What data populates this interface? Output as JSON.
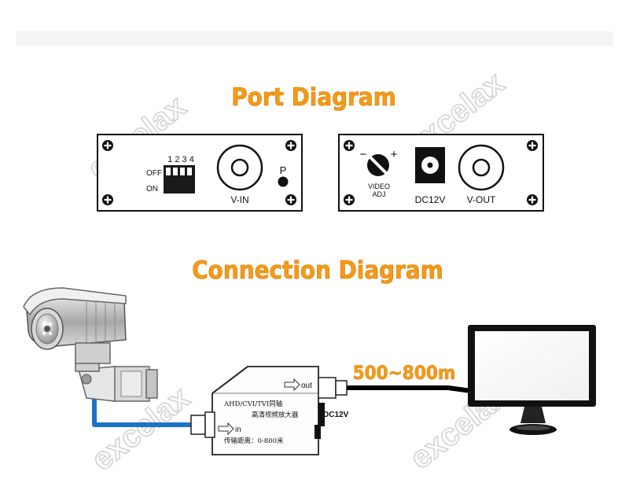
{
  "headings": {
    "port_diagram": "Port Diagram",
    "connection_diagram": "Connection Diagram"
  },
  "panel_in": {
    "dip_numbers": "1 2 3 4",
    "off_label": "OFF",
    "on_label": "ON",
    "port_label": "V-IN",
    "p_label": "P"
  },
  "panel_out": {
    "minus_label": "−",
    "plus_label": "+",
    "video_label": "VIDEO",
    "adj_label": "ADJ",
    "dc_label": "DC12V",
    "port_label": "V-OUT"
  },
  "amplifier": {
    "out_label": "out",
    "in_label": "in",
    "line1": "AHD/CVI/TVI同轴",
    "line2": "高清视频放大器",
    "line3": "传输距离：0-800米",
    "dc_label": "DC12V"
  },
  "distance": "500~800m",
  "watermark": "excelax",
  "colors": {
    "heading": "#f59a18",
    "blue_cable": "#1c74c4",
    "black_cable": "#000000",
    "watermark": "#bdbdbd"
  }
}
